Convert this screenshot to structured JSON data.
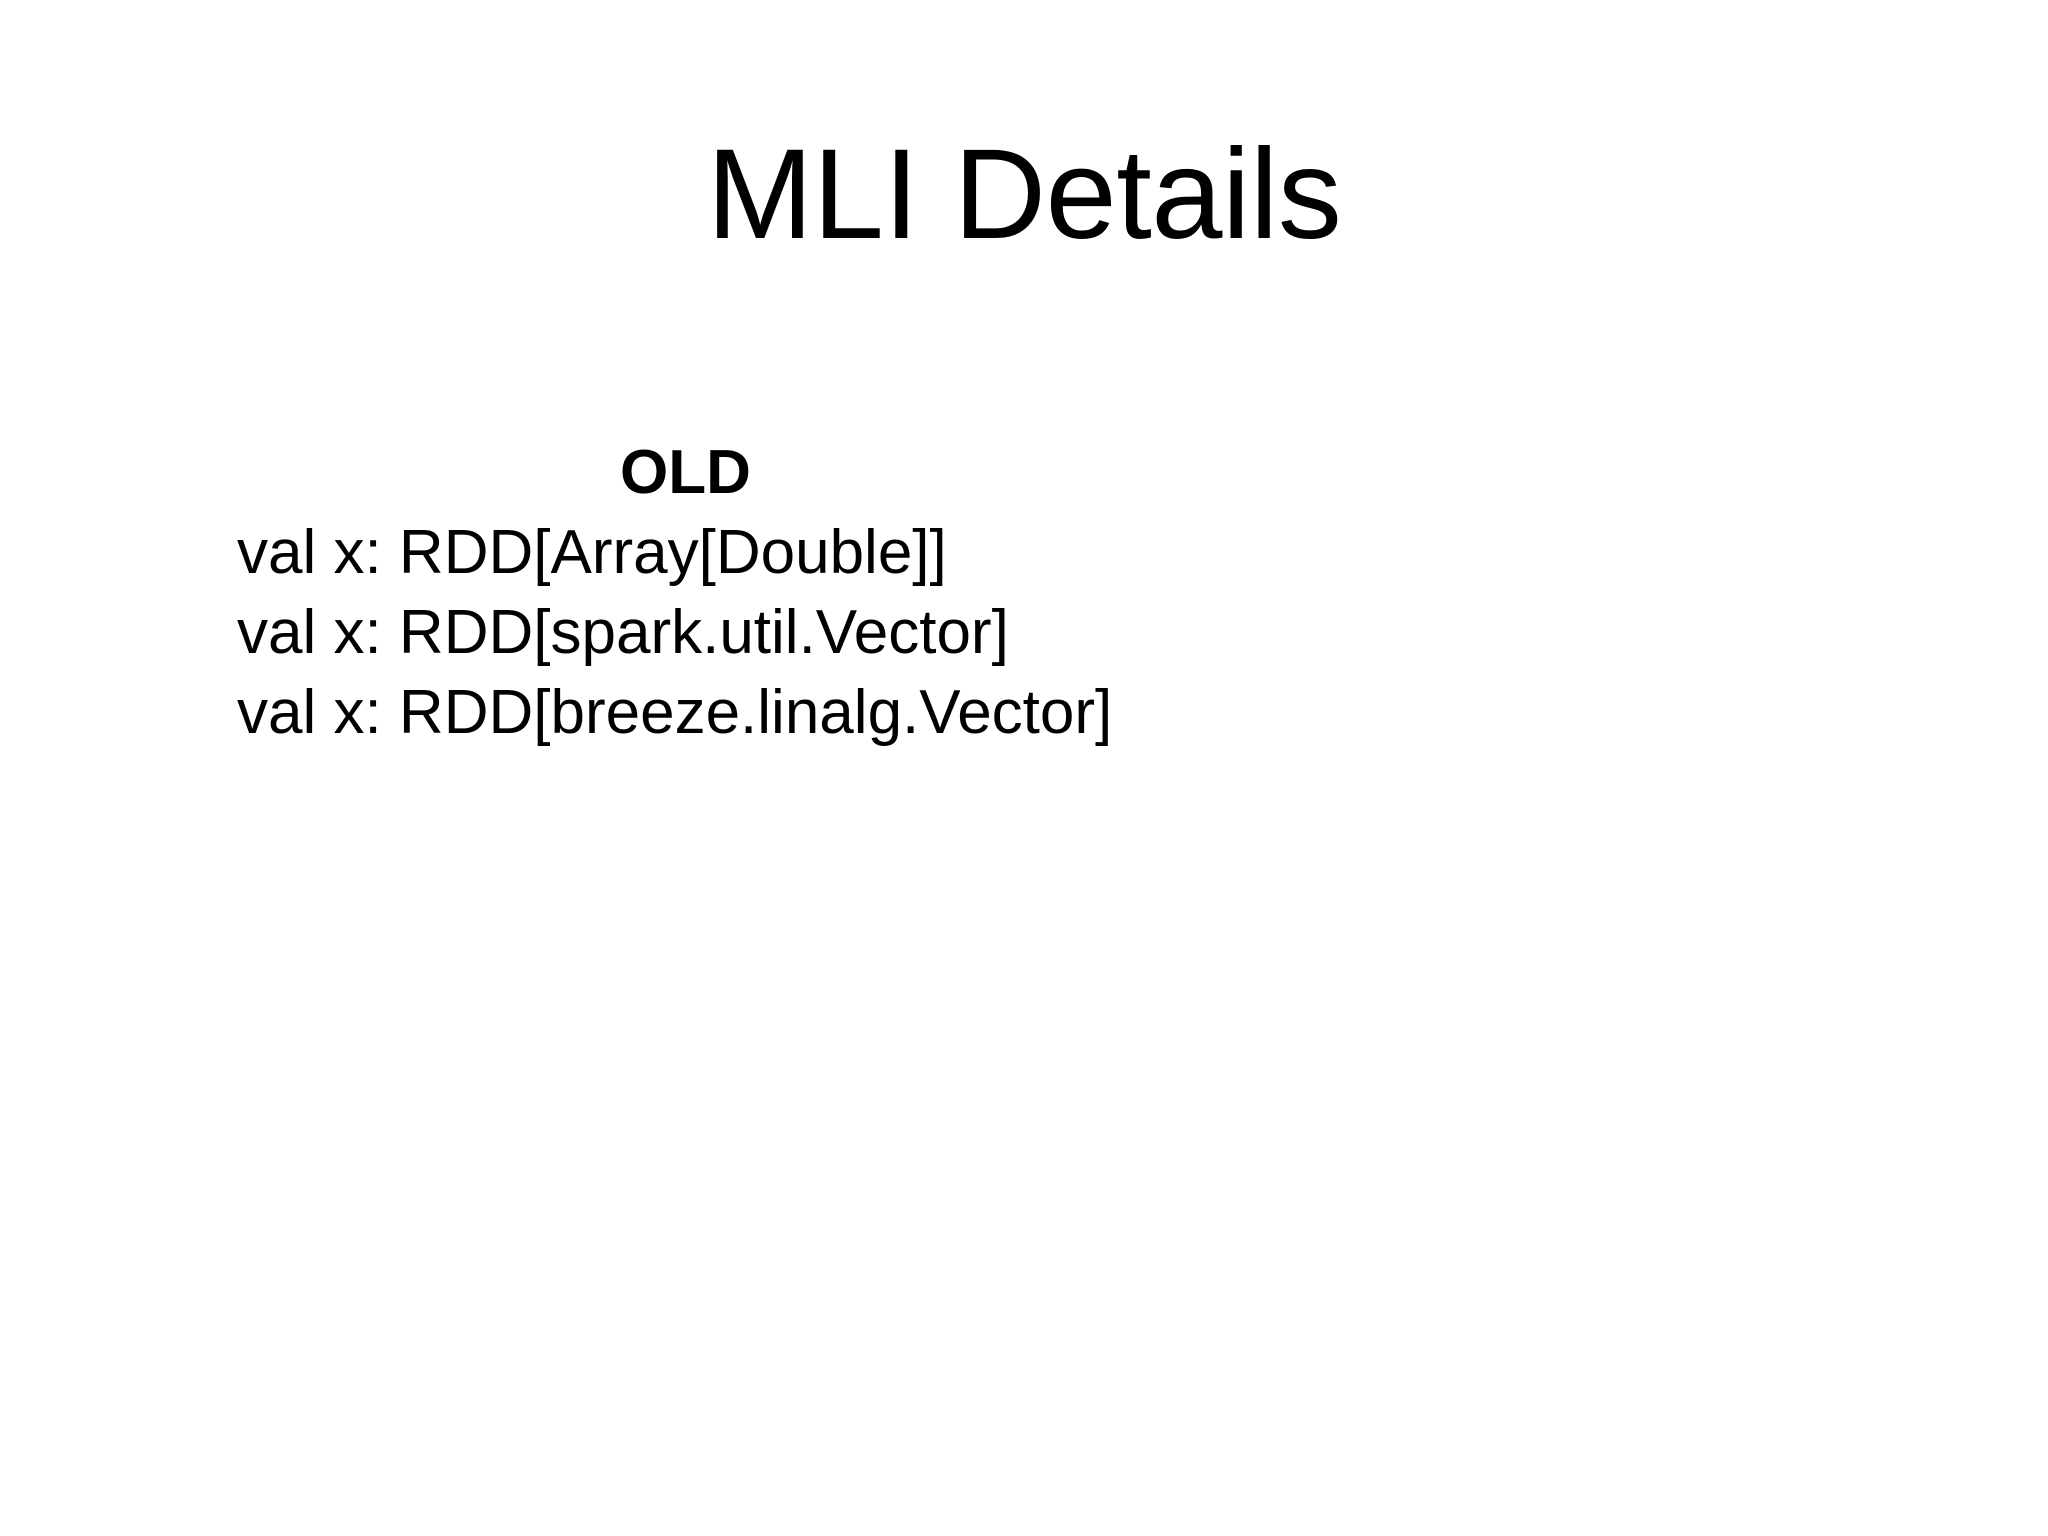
{
  "slide": {
    "title": "MLI Details",
    "background_color": "#FFFFFF",
    "text_color": "#000000",
    "content": {
      "column_heading": "OLD",
      "code_lines": [
        "val x: RDD[Array[Double]]",
        "val x: RDD[spark.util.Vector]",
        "val x: RDD[breeze.linalg.Vector]"
      ]
    }
  }
}
